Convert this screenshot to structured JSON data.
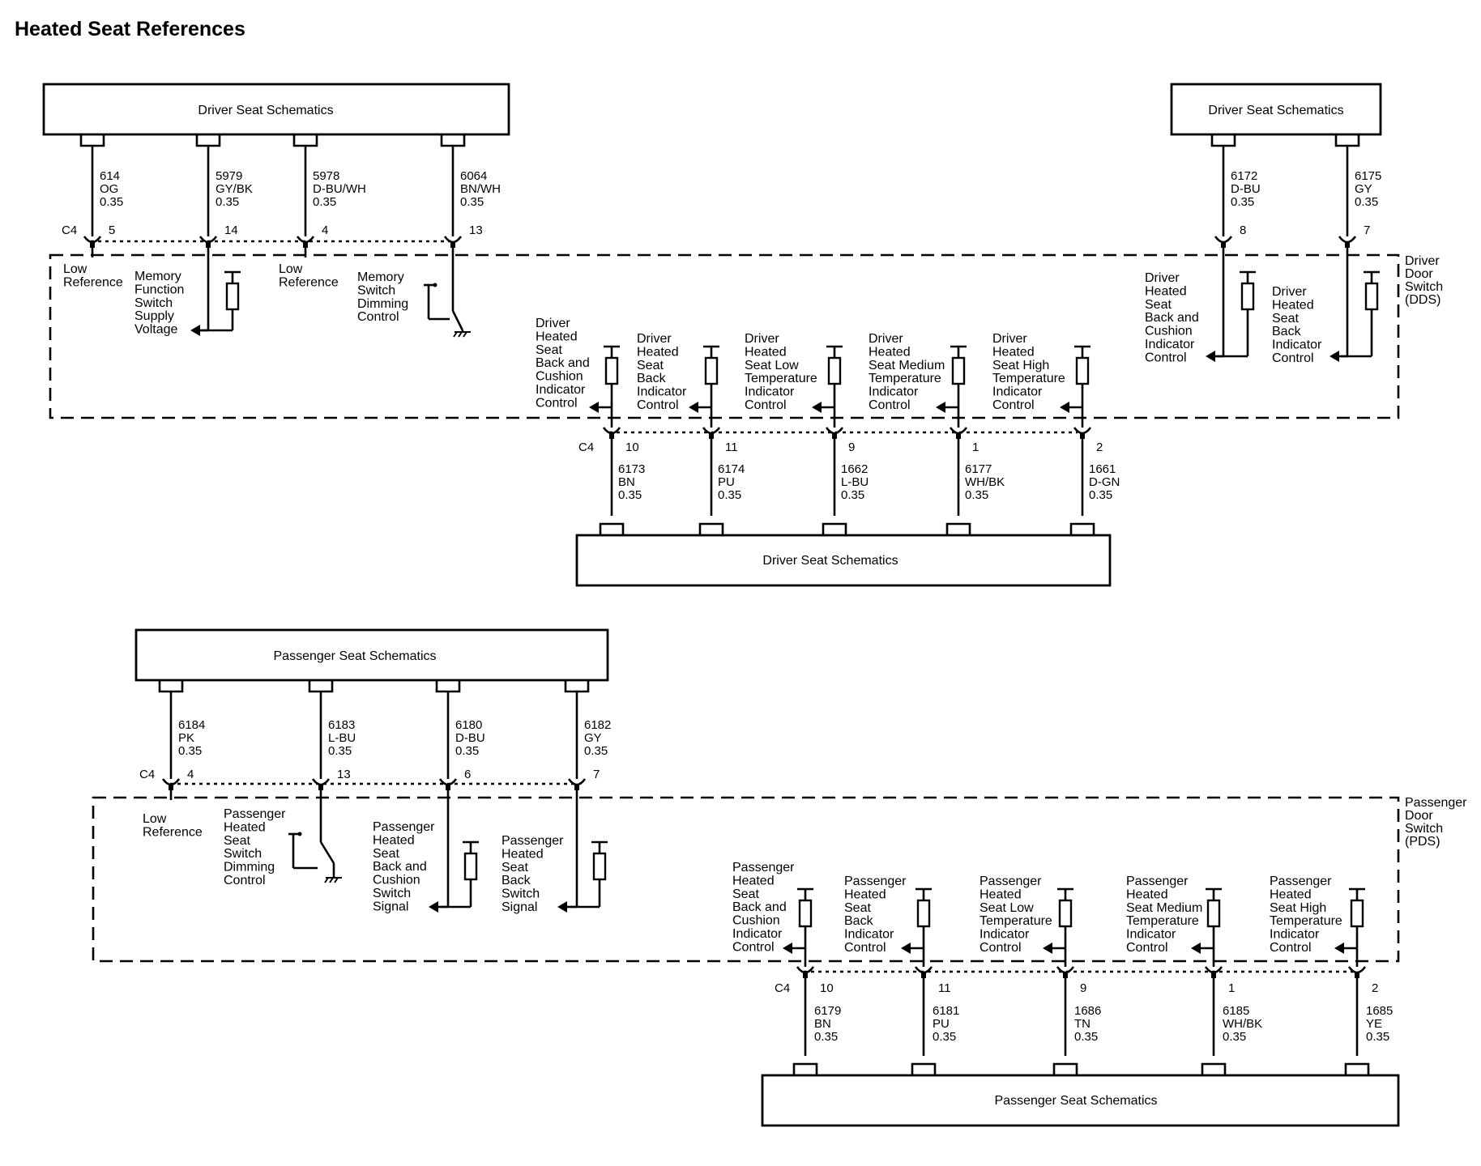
{
  "title": "Heated Seat References",
  "schematic_boxes": {
    "driver_top_left": "Driver Seat Schematics",
    "driver_top_right": "Driver Seat Schematics",
    "driver_bottom": "Driver Seat Schematics",
    "passenger_top": "Passenger Seat Schematics",
    "passenger_bottom": "Passenger Seat Schematics"
  },
  "modules": {
    "dds": [
      "Driver",
      "Door",
      "Switch",
      "(DDS)"
    ],
    "pds": [
      "Passenger",
      "Door",
      "Switch",
      "(PDS)"
    ]
  },
  "connector": "C4",
  "driver_top_wires": [
    {
      "circuit": "614",
      "color": "OG",
      "gauge": "0.35",
      "pin": "5",
      "label": [
        "Low",
        "Reference"
      ]
    },
    {
      "circuit": "5979",
      "color": "GY/BK",
      "gauge": "0.35",
      "pin": "14",
      "label": [
        "Memory",
        "Function",
        "Switch",
        "Supply",
        "Voltage"
      ]
    },
    {
      "circuit": "5978",
      "color": "D-BU/WH",
      "gauge": "0.35",
      "pin": "4",
      "label": [
        "Low",
        "Reference"
      ]
    },
    {
      "circuit": "6064",
      "color": "BN/WH",
      "gauge": "0.35",
      "pin": "13",
      "label": [
        "Memory",
        "Switch",
        "Dimming",
        "Control"
      ]
    },
    {
      "circuit": "6172",
      "color": "D-BU",
      "gauge": "0.35",
      "pin": "8",
      "label": [
        "Driver",
        "Heated",
        "Seat",
        "Back and",
        "Cushion",
        "Indicator",
        "Control"
      ]
    },
    {
      "circuit": "6175",
      "color": "GY",
      "gauge": "0.35",
      "pin": "7",
      "label": [
        "Driver",
        "Heated",
        "Seat",
        "Back",
        "Indicator",
        "Control"
      ]
    }
  ],
  "driver_bottom_wires": [
    {
      "circuit": "6173",
      "color": "BN",
      "gauge": "0.35",
      "pin": "10",
      "label": [
        "Driver",
        "Heated",
        "Seat",
        "Back and",
        "Cushion",
        "Indicator",
        "Control"
      ]
    },
    {
      "circuit": "6174",
      "color": "PU",
      "gauge": "0.35",
      "pin": "11",
      "label": [
        "Driver",
        "Heated",
        "Seat",
        "Back",
        "Indicator",
        "Control"
      ]
    },
    {
      "circuit": "1662",
      "color": "L-BU",
      "gauge": "0.35",
      "pin": "9",
      "label": [
        "Driver",
        "Heated",
        "Seat Low",
        "Temperature",
        "Indicator",
        "Control"
      ]
    },
    {
      "circuit": "6177",
      "color": "WH/BK",
      "gauge": "0.35",
      "pin": "1",
      "label": [
        "Driver",
        "Heated",
        "Seat Medium",
        "Temperature",
        "Indicator",
        "Control"
      ]
    },
    {
      "circuit": "1661",
      "color": "D-GN",
      "gauge": "0.35",
      "pin": "2",
      "label": [
        "Driver",
        "Heated",
        "Seat High",
        "Temperature",
        "Indicator",
        "Control"
      ]
    }
  ],
  "passenger_top_wires": [
    {
      "circuit": "6184",
      "color": "PK",
      "gauge": "0.35",
      "pin": "4",
      "label": [
        "Low",
        "Reference"
      ]
    },
    {
      "circuit": "6183",
      "color": "L-BU",
      "gauge": "0.35",
      "pin": "13",
      "label": [
        "Passenger",
        "Heated",
        "Seat",
        "Switch",
        "Dimming",
        "Control"
      ]
    },
    {
      "circuit": "6180",
      "color": "D-BU",
      "gauge": "0.35",
      "pin": "6",
      "label": [
        "Passenger",
        "Heated",
        "Seat",
        "Back and",
        "Cushion",
        "Switch",
        "Signal"
      ]
    },
    {
      "circuit": "6182",
      "color": "GY",
      "gauge": "0.35",
      "pin": "7",
      "label": [
        "Passenger",
        "Heated",
        "Seat",
        "Back",
        "Switch",
        "Signal"
      ]
    }
  ],
  "passenger_bottom_wires": [
    {
      "circuit": "6179",
      "color": "BN",
      "gauge": "0.35",
      "pin": "10",
      "label": [
        "Passenger",
        "Heated",
        "Seat",
        "Back and",
        "Cushion",
        "Indicator",
        "Control"
      ]
    },
    {
      "circuit": "6181",
      "color": "PU",
      "gauge": "0.35",
      "pin": "11",
      "label": [
        "Passenger",
        "Heated",
        "Seat",
        "Back",
        "Indicator",
        "Control"
      ]
    },
    {
      "circuit": "1686",
      "color": "TN",
      "gauge": "0.35",
      "pin": "9",
      "label": [
        "Passenger",
        "Heated",
        "Seat Low",
        "Temperature",
        "Indicator",
        "Control"
      ]
    },
    {
      "circuit": "6185",
      "color": "WH/BK",
      "gauge": "0.35",
      "pin": "1",
      "label": [
        "Passenger",
        "Heated",
        "Seat Medium",
        "Temperature",
        "Indicator",
        "Control"
      ]
    },
    {
      "circuit": "1685",
      "color": "YE",
      "gauge": "0.35",
      "pin": "2",
      "label": [
        "Passenger",
        "Heated",
        "Seat High",
        "Temperature",
        "Indicator",
        "Control"
      ]
    }
  ]
}
